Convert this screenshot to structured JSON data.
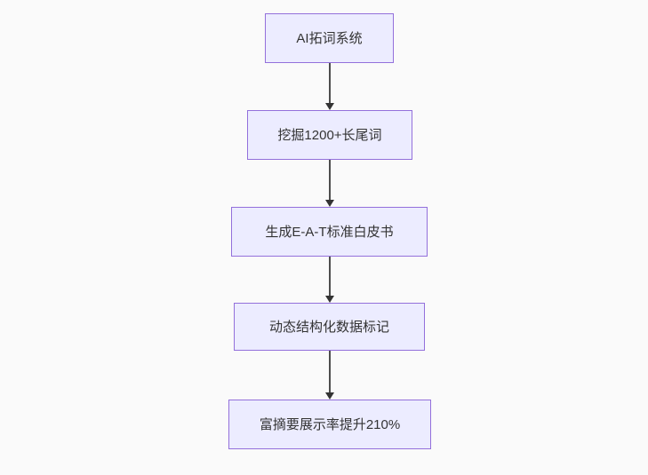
{
  "diagram": {
    "type": "flowchart-top-down",
    "background_color": "#fafafa",
    "node_fill_color": "#ECECFF",
    "node_border_color": "#9370DB",
    "node_text_color": "#333333",
    "arrow_color": "#333333",
    "nodes": [
      {
        "label": "AI拓词系统"
      },
      {
        "label": "挖掘1200+长尾词"
      },
      {
        "label": "生成E-A-T标准白皮书"
      },
      {
        "label": "动态结构化数据标记"
      },
      {
        "label": "富摘要展示率提升210%"
      }
    ],
    "edges": [
      {
        "from": "AI拓词系统",
        "to": "挖掘1200+长尾词"
      },
      {
        "from": "挖掘1200+长尾词",
        "to": "生成E-A-T标准白皮书"
      },
      {
        "from": "生成E-A-T标准白皮书",
        "to": "动态结构化数据标记"
      },
      {
        "from": "动态结构化数据标记",
        "to": "富摘要展示率提升210%"
      }
    ]
  }
}
